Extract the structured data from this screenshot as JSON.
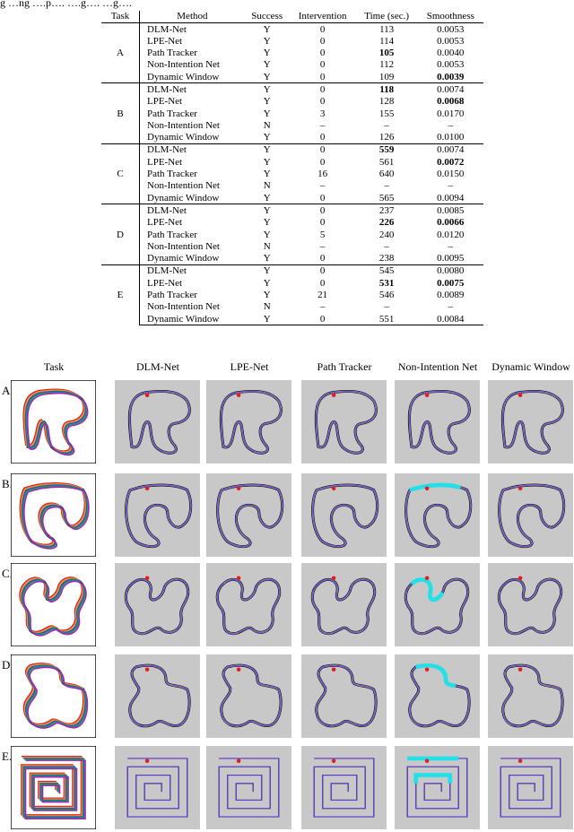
{
  "caption_fragment": "g …ng ….p…. ….g…. …g….",
  "table": {
    "headers": [
      "Task",
      "Method",
      "Success",
      "Intervention",
      "Time (sec.)",
      "Smoothness"
    ],
    "groups": [
      {
        "task": "A",
        "rows": [
          {
            "method": "DLM-Net",
            "success": "Y",
            "intervention": "0",
            "time": "113",
            "smooth": "0.0053"
          },
          {
            "method": "LPE-Net",
            "success": "Y",
            "intervention": "0",
            "time": "114",
            "smooth": "0.0053"
          },
          {
            "method": "Path Tracker",
            "success": "Y",
            "intervention": "0",
            "time": "105",
            "smooth": "0.0040"
          },
          {
            "method": "Non-Intention Net",
            "success": "Y",
            "intervention": "0",
            "time": "112",
            "smooth": "0.0053"
          },
          {
            "method": "Dynamic Window",
            "success": "Y",
            "intervention": "0",
            "time": "109",
            "smooth": "0.0039"
          }
        ]
      },
      {
        "task": "B",
        "rows": [
          {
            "method": "DLM-Net",
            "success": "Y",
            "intervention": "0",
            "time": "118",
            "smooth": "0.0074"
          },
          {
            "method": "LPE-Net",
            "success": "Y",
            "intervention": "0",
            "time": "128",
            "smooth": "0.0068"
          },
          {
            "method": "Path Tracker",
            "success": "Y",
            "intervention": "3",
            "time": "155",
            "smooth": "0.0170"
          },
          {
            "method": "Non-Intention Net",
            "success": "N",
            "intervention": "–",
            "time": "–",
            "smooth": "–"
          },
          {
            "method": "Dynamic Window",
            "success": "Y",
            "intervention": "0",
            "time": "126",
            "smooth": "0.0100"
          }
        ]
      },
      {
        "task": "C",
        "rows": [
          {
            "method": "DLM-Net",
            "success": "Y",
            "intervention": "0",
            "time": "559",
            "smooth": "0.0074"
          },
          {
            "method": "LPE-Net",
            "success": "Y",
            "intervention": "0",
            "time": "561",
            "smooth": "0.0072"
          },
          {
            "method": "Path Tracker",
            "success": "Y",
            "intervention": "16",
            "time": "640",
            "smooth": "0.0150"
          },
          {
            "method": "Non-Intention Net",
            "success": "N",
            "intervention": "–",
            "time": "–",
            "smooth": "–"
          },
          {
            "method": "Dynamic Window",
            "success": "Y",
            "intervention": "0",
            "time": "565",
            "smooth": "0.0094"
          }
        ]
      },
      {
        "task": "D",
        "rows": [
          {
            "method": "DLM-Net",
            "success": "Y",
            "intervention": "0",
            "time": "237",
            "smooth": "0.0085"
          },
          {
            "method": "LPE-Net",
            "success": "Y",
            "intervention": "0",
            "time": "226",
            "smooth": "0.0066"
          },
          {
            "method": "Path Tracker",
            "success": "Y",
            "intervention": "5",
            "time": "240",
            "smooth": "0.0120"
          },
          {
            "method": "Non-Intention Net",
            "success": "N",
            "intervention": "–",
            "time": "–",
            "smooth": "–"
          },
          {
            "method": "Dynamic Window",
            "success": "Y",
            "intervention": "0",
            "time": "238",
            "smooth": "0.0095"
          }
        ]
      },
      {
        "task": "E",
        "rows": [
          {
            "method": "DLM-Net",
            "success": "Y",
            "intervention": "0",
            "time": "545",
            "smooth": "0.0080"
          },
          {
            "method": "LPE-Net",
            "success": "Y",
            "intervention": "0",
            "time": "531",
            "smooth": "0.0075"
          },
          {
            "method": "Path Tracker",
            "success": "Y",
            "intervention": "21",
            "time": "546",
            "smooth": "0.0089"
          },
          {
            "method": "Non-Intention Net",
            "success": "N",
            "intervention": "–",
            "time": "–",
            "smooth": "–"
          },
          {
            "method": "Dynamic Window",
            "success": "Y",
            "intervention": "0",
            "time": "551",
            "smooth": "0.0084"
          }
        ]
      }
    ],
    "bold_cells": [
      {
        "group": 0,
        "row": 2,
        "col": "time"
      },
      {
        "group": 0,
        "row": 4,
        "col": "smooth"
      },
      {
        "group": 1,
        "row": 0,
        "col": "time"
      },
      {
        "group": 1,
        "row": 1,
        "col": "smooth"
      },
      {
        "group": 2,
        "row": 0,
        "col": "time"
      },
      {
        "group": 2,
        "row": 1,
        "col": "smooth"
      },
      {
        "group": 3,
        "row": 1,
        "col": "time"
      },
      {
        "group": 3,
        "row": 1,
        "col": "smooth"
      },
      {
        "group": 4,
        "row": 1,
        "col": "time"
      },
      {
        "group": 4,
        "row": 1,
        "col": "smooth"
      }
    ]
  },
  "figure": {
    "column_headers": [
      "Task",
      "DLM-Net",
      "LPE-Net",
      "Path Tracker",
      "Non-Intention Net",
      "Dynamic Window"
    ],
    "row_labels": [
      "A.",
      "B.",
      "C.",
      "D.",
      "E."
    ],
    "colors": {
      "panel_bg": "#c8c8c8",
      "track": "#111111",
      "path": "#6a3cff",
      "failure_path": "#22e0e8",
      "marker": "#e02020"
    },
    "failure_cells": [
      {
        "row": 1,
        "col": 4
      },
      {
        "row": 2,
        "col": 4
      },
      {
        "row": 3,
        "col": 4
      },
      {
        "row": 4,
        "col": 4
      }
    ]
  }
}
